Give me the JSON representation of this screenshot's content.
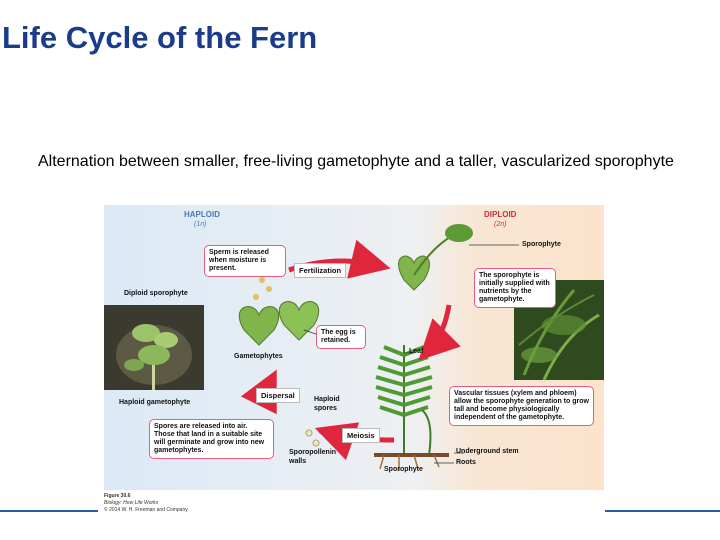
{
  "slide": {
    "title": "Life Cycle of the Fern",
    "subtitle": "Alternation between smaller, free-living gametophyte and a taller, vascularized sporophyte"
  },
  "figure": {
    "haploid_header": "HAPLOID",
    "haploid_sub": "(1n)",
    "diploid_header": "DIPLOID",
    "diploid_sub": "(2n)",
    "labels": {
      "sperm": "Sperm is released when moisture is present.",
      "fertilization": "Fertilization",
      "sporophyte_top": "Sporophyte",
      "supplied": "The sporophyte is initially supplied with nutrients by the gametophyte.",
      "diploid_sporophyte": "Diploid sporophyte",
      "egg": "The egg is retained.",
      "gametophytes": "Gametophytes",
      "leaf": "Leaf",
      "haploid_gametophyte": "Haploid gametophyte",
      "dispersal": "Dispersal",
      "haploid_spores": "Haploid spores",
      "vascular": "Vascular tissues (xylem and phloem) allow the sporophyte generation to grow tall and become physiologically independent of the gametophyte.",
      "spores_released": "Spores are released into air. Those that land in a suitable site will germinate and grow into new gametophytes.",
      "meiosis": "Meiosis",
      "underground_stem": "Underground stem",
      "sporopollenin": "Sporopollenin walls",
      "sporophyte_bottom": "Sporophyte",
      "roots": "Roots"
    },
    "caption": {
      "figure_number": "Figure 30.6",
      "book": "Biology: How Life Works",
      "copyright": "© 2014 W. H. Freeman and Company"
    }
  },
  "colors": {
    "title": "#1b3b8c",
    "haploid_bg": "#dbe9f6",
    "diploid_bg": "#fbe3cc",
    "arrow_red": "#e0263c",
    "box_border": "#e85c80",
    "footer_line": "#2c5aa0"
  }
}
